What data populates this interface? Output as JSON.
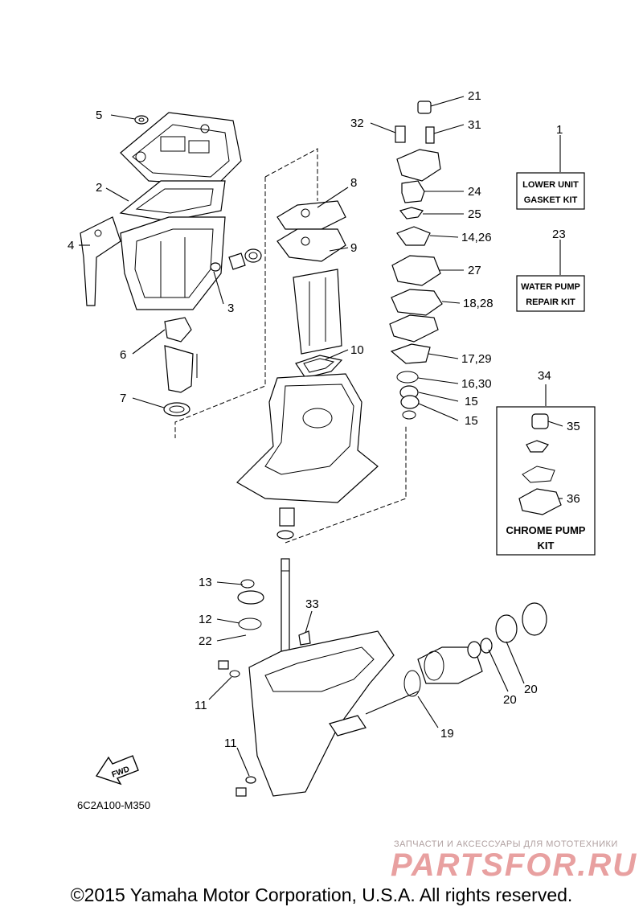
{
  "callouts": {
    "n1": "1",
    "n2": "2",
    "n3": "3",
    "n4": "4",
    "n5": "5",
    "n6": "6",
    "n7": "7",
    "n8": "8",
    "n9": "9",
    "n10": "10",
    "n11a": "11",
    "n11b": "11",
    "n12": "12",
    "n13": "13",
    "n14_26": "14,26",
    "n15a": "15",
    "n15b": "15",
    "n16_30": "16,30",
    "n17_29": "17,29",
    "n18_28": "18,28",
    "n19": "19",
    "n20a": "20",
    "n20b": "20",
    "n21": "21",
    "n22": "22",
    "n23": "23",
    "n24": "24",
    "n25": "25",
    "n27": "27",
    "n31": "31",
    "n32": "32",
    "n33": "33",
    "n34": "34",
    "n35": "35",
    "n36": "36"
  },
  "kits": {
    "lower_unit_line1": "LOWER UNIT",
    "lower_unit_line2": "GASKET KIT",
    "water_pump_line1": "WATER PUMP",
    "water_pump_line2": "REPAIR KIT",
    "chrome_pump_line1": "CHROME PUMP",
    "chrome_pump_line2": "KIT"
  },
  "fwd_label": "FWD",
  "diagram_code": "6C2A100-M350",
  "watermark": {
    "small": "ЗАПЧАСТИ И АКСЕССУАРЫ ДЛЯ МОТОТЕХНИКИ",
    "big": "PARTSFOR.RU"
  },
  "copyright": "©2015 Yamaha Motor Corporation, U.S.A. All rights reserved."
}
